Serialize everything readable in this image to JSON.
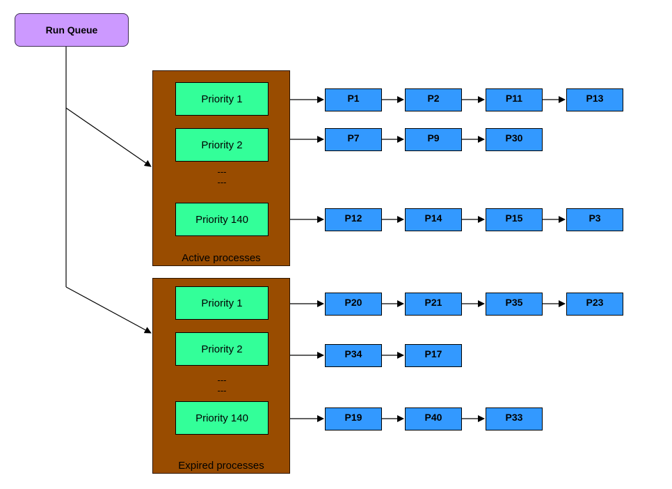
{
  "run_queue": {
    "label": "Run Queue"
  },
  "groups": [
    {
      "label": "Active processes",
      "rows": [
        {
          "priority": "Priority 1",
          "processes": [
            "P1",
            "P2",
            "P11",
            "P13"
          ]
        },
        {
          "priority": "Priority 2",
          "processes": [
            "P7",
            "P9",
            "P30"
          ]
        },
        {
          "priority": "Priority 140",
          "processes": [
            "P12",
            "P14",
            "P15",
            "P3"
          ]
        }
      ],
      "ellipsis": [
        "---",
        "---"
      ]
    },
    {
      "label": "Expired processes",
      "rows": [
        {
          "priority": "Priority 1",
          "processes": [
            "P20",
            "P21",
            "P35",
            "P23"
          ]
        },
        {
          "priority": "Priority 2",
          "processes": [
            "P34",
            "P17"
          ]
        },
        {
          "priority": "Priority 140",
          "processes": [
            "P19",
            "P40",
            "P33"
          ]
        }
      ],
      "ellipsis": [
        "---",
        "---"
      ]
    }
  ],
  "colors": {
    "run_queue": "#cc99ff",
    "group_box": "#994c00",
    "priority_box": "#33ff99",
    "process_box": "#3399ff"
  }
}
